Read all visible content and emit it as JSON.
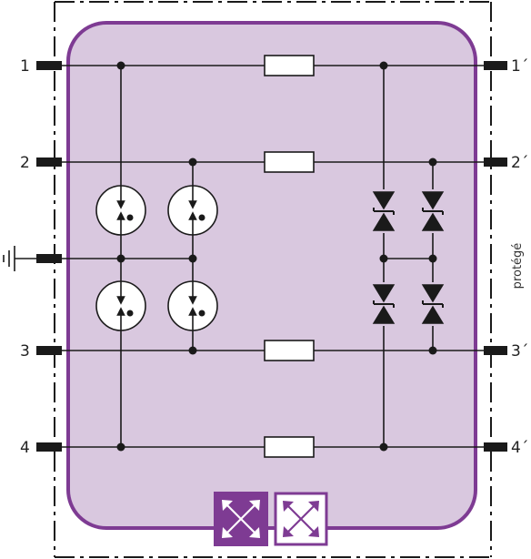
{
  "colors": {
    "module_fill": "#d9c8df",
    "module_border": "#7e3b93",
    "wire": "#1a1a1a",
    "badge_fill_dark": "#7e3b93",
    "badge_fill_light": "#ffffff",
    "frame": "#1a1a1a"
  },
  "terminals": {
    "left": [
      {
        "id": "1",
        "label": "1"
      },
      {
        "id": "2",
        "label": "2"
      },
      {
        "id": "ground",
        "label": ""
      },
      {
        "id": "3",
        "label": "3"
      },
      {
        "id": "4",
        "label": "4"
      }
    ],
    "right": [
      {
        "id": "1p",
        "label": "1´"
      },
      {
        "id": "2p",
        "label": "2´"
      },
      {
        "id": "3p",
        "label": "3´"
      },
      {
        "id": "4p",
        "label": "4´"
      }
    ]
  },
  "side_label": "protégé",
  "icons": {
    "ground": "ground-icon",
    "gas_discharge_tube": "gas-discharge-tube-icon",
    "suppressor_diode": "bidirectional-tvs-diode-icon",
    "resistor": "resistor-icon",
    "module_badge": "crossed-arrows-icon"
  }
}
